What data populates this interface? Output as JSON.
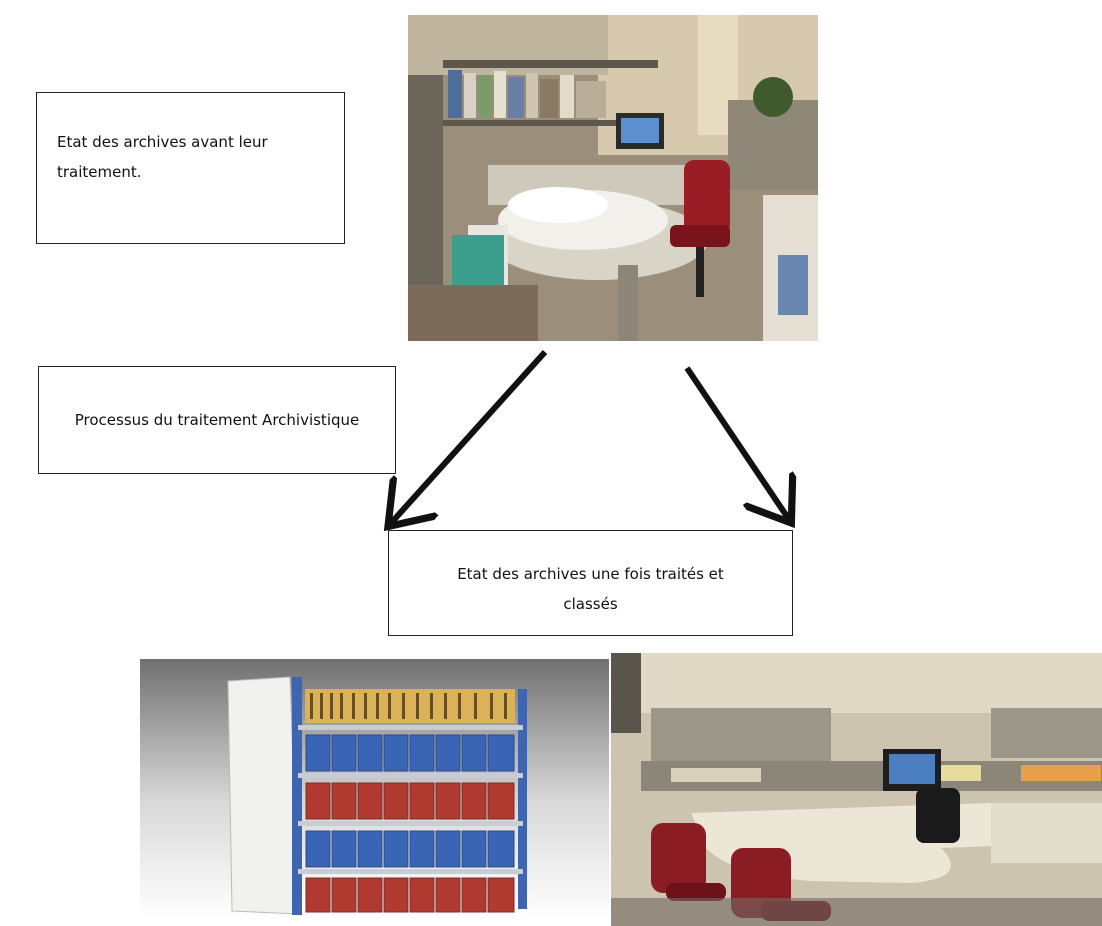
{
  "labels": {
    "before_line1": "Etat des archives avant leur",
    "before_line2": "traitement.",
    "process": "Processus du traitement Archivistique",
    "after_line1": "Etat des archives une fois traités et",
    "after_line2": "classés"
  },
  "colors": {
    "arrow": "#111111",
    "box_border": "#222222",
    "shelf_blue_boxes": "#3a64b4",
    "shelf_red_boxes": "#b03a30",
    "chair_red": "#8c1c24"
  }
}
